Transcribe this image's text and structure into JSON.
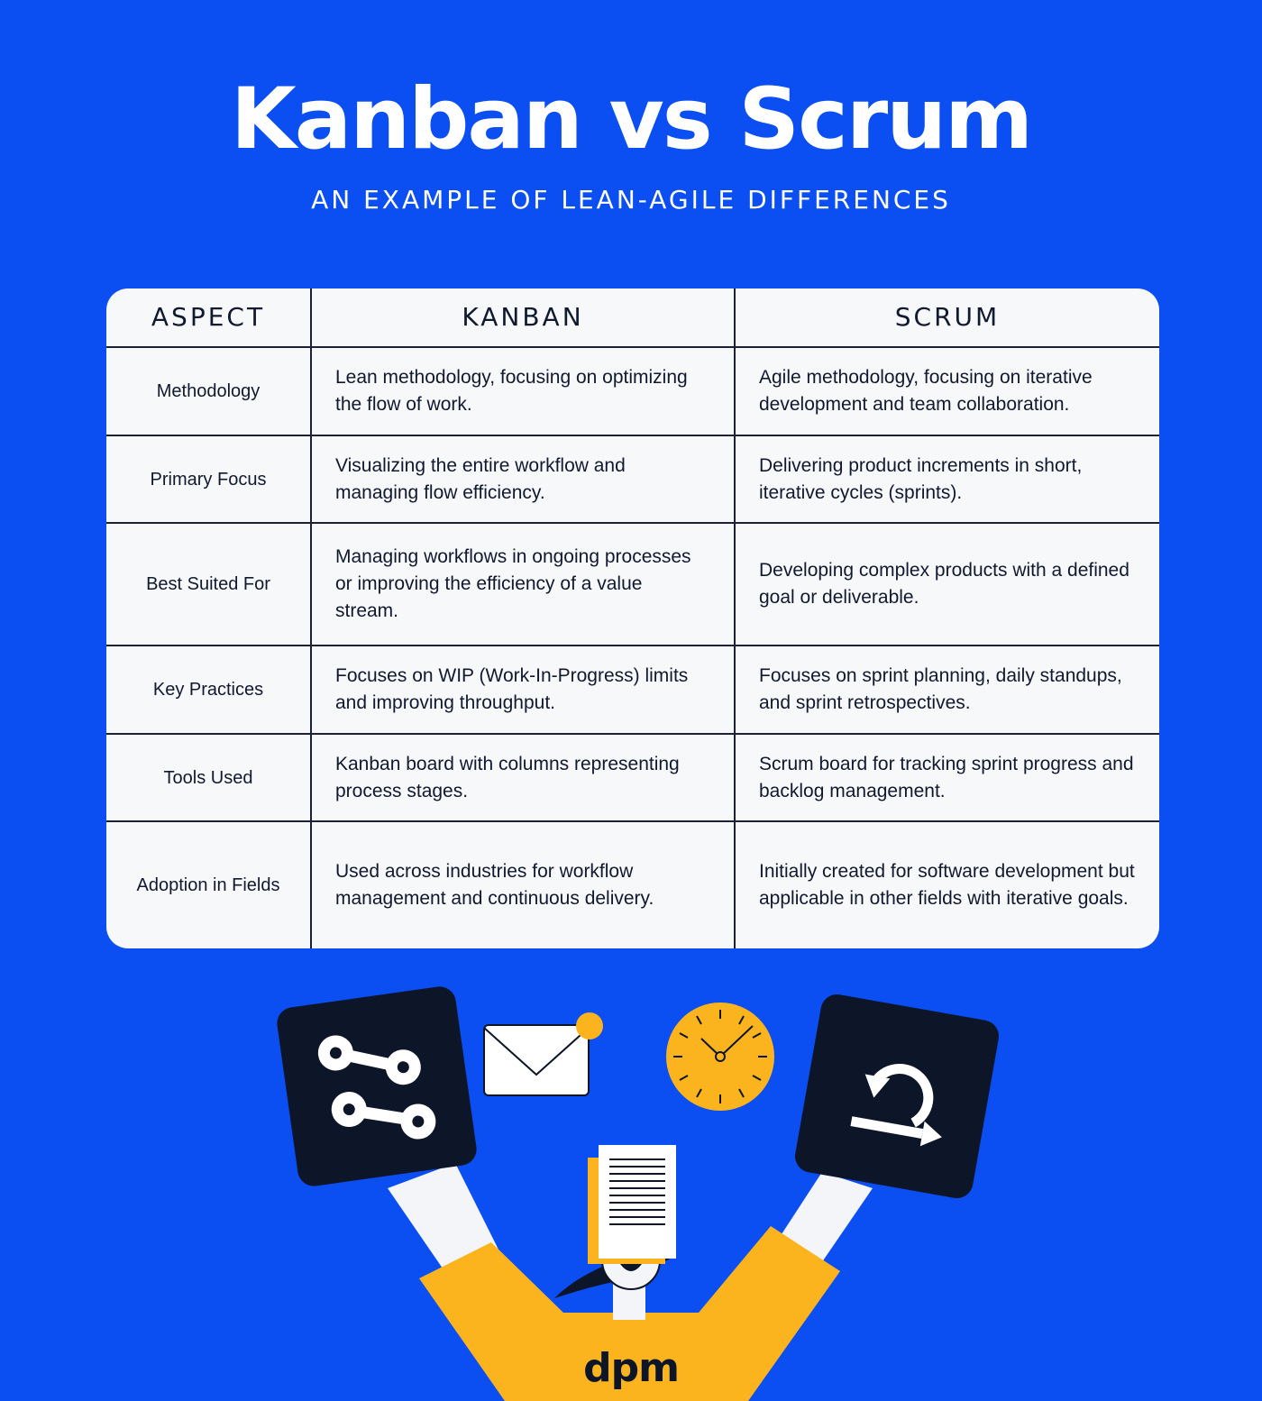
{
  "header": {
    "title": "Kanban vs Scrum",
    "subtitle": "AN EXAMPLE OF LEAN-AGILE DIFFERENCES"
  },
  "table": {
    "columns": [
      "ASPECT",
      "KANBAN",
      "SCRUM"
    ],
    "rows": [
      {
        "aspect": "Methodology",
        "kanban": "Lean methodology, focusing on optimizing the flow of work.",
        "scrum": "Agile methodology, focusing on iterative development and team collaboration."
      },
      {
        "aspect": "Primary Focus",
        "kanban": "Visualizing the entire workflow and managing flow efficiency.",
        "scrum": "Delivering product increments in short, iterative cycles (sprints)."
      },
      {
        "aspect": "Best Suited For",
        "kanban": "Managing workflows in ongoing processes or improving the efficiency of a value stream.",
        "scrum": "Developing complex products with a defined goal or deliverable."
      },
      {
        "aspect": "Key Practices",
        "kanban": "Focuses on WIP (Work-In-Progress) limits and improving throughput.",
        "scrum": "Focuses on sprint planning, daily standups, and sprint retrospectives."
      },
      {
        "aspect": "Tools Used",
        "kanban": "Kanban board with columns representing process stages.",
        "scrum": "Scrum board for tracking sprint progress and backlog management."
      },
      {
        "aspect": "Adoption in Fields",
        "kanban": "Used across industries for workflow management and continuous delivery.",
        "scrum": "Initially created for software development but applicable in other fields with iterative goals."
      }
    ]
  },
  "illustration": {
    "icons": [
      "workflow-icon",
      "envelope-icon",
      "clock-icon",
      "iteration-arrow-icon",
      "document-icon"
    ],
    "logo": "dpm"
  },
  "colors": {
    "background": "#0b4ef2",
    "card": "#f7f8fa",
    "dark": "#0d1528",
    "accent_yellow": "#fbb41d",
    "text": "#10192e"
  }
}
